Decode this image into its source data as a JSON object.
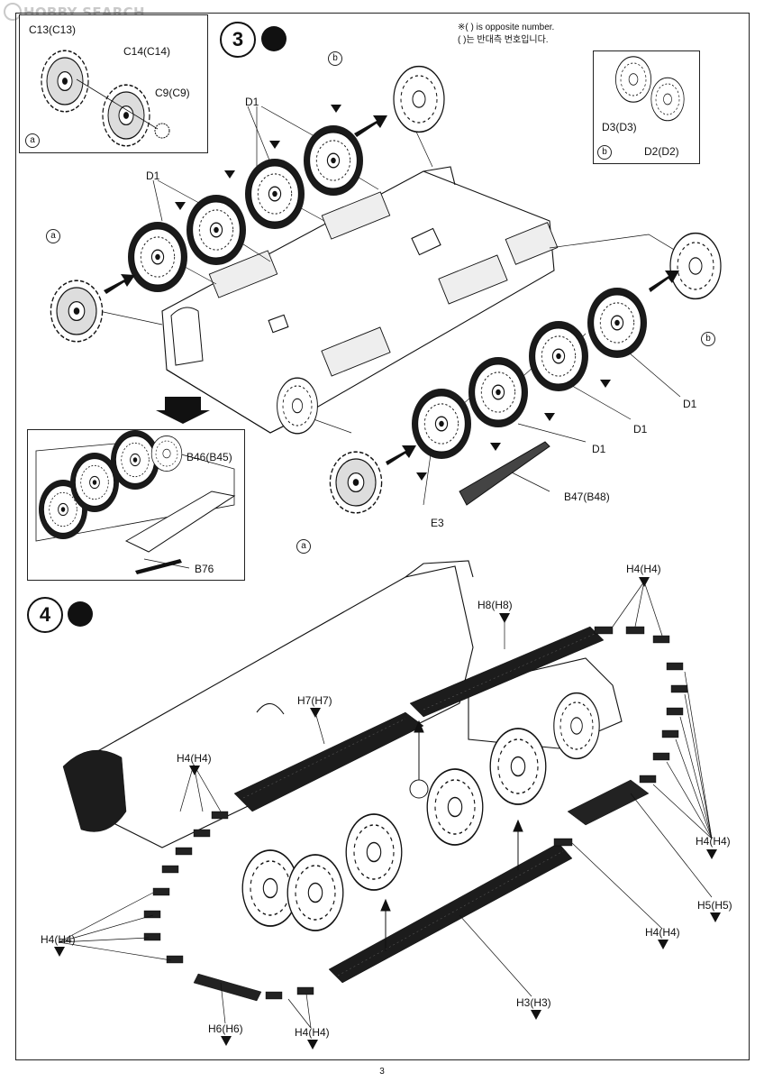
{
  "watermark": "HOBBY SEARCH",
  "note": {
    "line1": "※( ) is opposite number.",
    "line2": "( )는 반대측 번호입니다."
  },
  "step3": {
    "number": "3",
    "inset_a": {
      "c13": "C13(C13)",
      "c14": "C14(C14)",
      "c9": "C9(C9)",
      "ref": "a"
    },
    "inset_b": {
      "d3": "D3(D3)",
      "d2": "D2(D2)",
      "ref": "b"
    },
    "labels": {
      "d1_top": "D1",
      "d1_left": "D1",
      "d1_r1": "D1",
      "d1_r2": "D1",
      "d1_r3": "D1",
      "e3": "E3",
      "b47": "B47(B48)",
      "ref_a1": "a",
      "ref_a2": "a",
      "ref_b1": "b",
      "ref_b2": "b"
    },
    "detail": {
      "b46": "B46(B45)",
      "b76": "B76"
    },
    "glue_marks": [
      "1",
      "1",
      "1",
      "1",
      "1",
      "1",
      "1",
      "1",
      "1",
      "1"
    ]
  },
  "step4": {
    "number": "4",
    "labels": {
      "h8": "H8(H8)",
      "h7": "H7(H7)",
      "h4_top": "H4(H4)",
      "h4_left_top": "H4(H4)",
      "h4_right": "H4(H4)",
      "h5": "H5(H5)",
      "h4_right_low": "H4(H4)",
      "h4_left": "H4(H4)",
      "h3": "H3(H3)",
      "h6": "H6(H6)",
      "h4_bottom": "H4(H4)"
    },
    "glue_count": "2"
  },
  "page_number": "3",
  "colors": {
    "line": "#111111",
    "tread": "#1a1a1a",
    "paper": "#ffffff"
  }
}
